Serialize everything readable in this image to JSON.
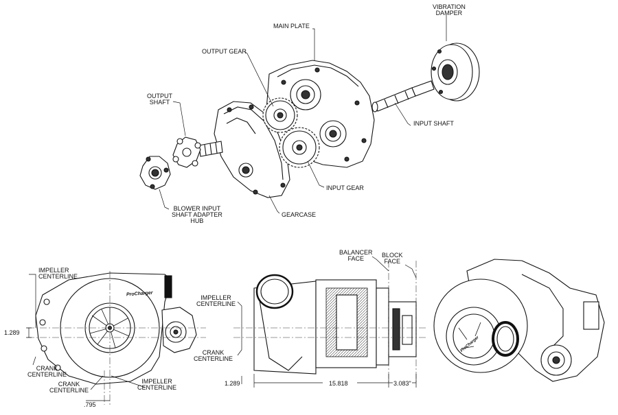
{
  "exploded_view": {
    "labels": {
      "main_plate": "MAIN PLATE",
      "vibration_damper": "VIBRATION\nDAMPER",
      "output_gear": "OUTPUT GEAR",
      "output_shaft": "OUTPUT\nSHAFT",
      "input_shaft": "INPUT SHAFT",
      "input_gear": "INPUT GEAR",
      "gearcase": "GEARCASE",
      "blower_hub": "BLOWER INPUT\nSHAFT ADAPTER\nHUB"
    }
  },
  "front_view": {
    "impeller_centerline": "IMPELLER\nCENTERLINE",
    "crank_centerline_left": "CRANK\nCENTERLINE",
    "crank_centerline_bottom": "CRANK\nCENTERLINE",
    "impeller_centerline_bottom": "IMPELLER\nCENTERLINE",
    "dim_vertical": "1.289",
    "dim_horizontal": ".795",
    "brand_text": "ProCharger"
  },
  "side_view": {
    "impeller_centerline": "IMPELLER\nCENTERLINE",
    "crank_centerline": "CRANK\nCENTERLINE",
    "balancer_face": "BALANCER\nFACE",
    "block_face": "BLOCK\nFACE",
    "dim_left": "1.289",
    "dim_length": "15.818",
    "dim_offset": "3.083\""
  },
  "iso_view": {
    "brand_text": "ProCharger"
  }
}
